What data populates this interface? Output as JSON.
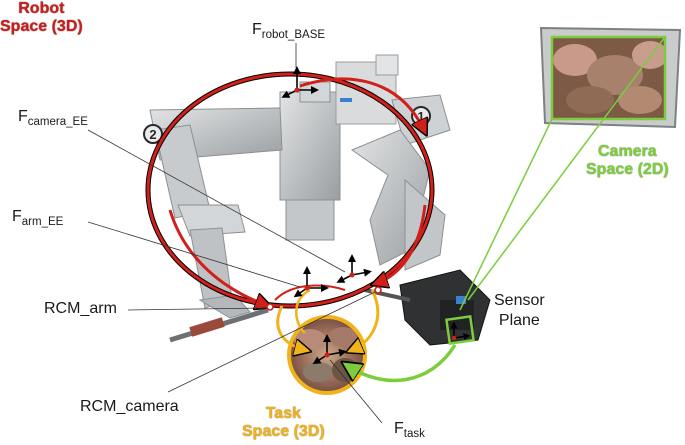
{
  "labels": {
    "robot_space": [
      "Robot",
      "Space (3D)"
    ],
    "camera_space": [
      "Camera",
      "Space (2D)"
    ],
    "task_space": [
      "Task",
      "Space (3D)"
    ],
    "sensor_plane": [
      "Sensor",
      "Plane"
    ],
    "f_robot_base": {
      "main": "F",
      "sub": "robot_BASE"
    },
    "f_camera_ee": {
      "main": "F",
      "sub": "camera_EE"
    },
    "f_arm_ee": {
      "main": "F",
      "sub": "arm_EE"
    },
    "f_task": {
      "main": "F",
      "sub": "task"
    },
    "rcm_arm": "RCM_arm",
    "rcm_camera": "RCM_camera",
    "arm_number_left": "2",
    "arm_number_right": "1"
  },
  "colors": {
    "robot_red": "#d11f1a",
    "camera_green": "#7ccc3c",
    "task_yellow": "#f2b21a",
    "robot_gray": "#b9bcbe",
    "dark_text": "#1a1a1a"
  },
  "icons": {
    "camera_monitor": "monitor-icon",
    "task_lens": "magnifier-icon",
    "frame_axes": "coordinate-axes-icon"
  }
}
